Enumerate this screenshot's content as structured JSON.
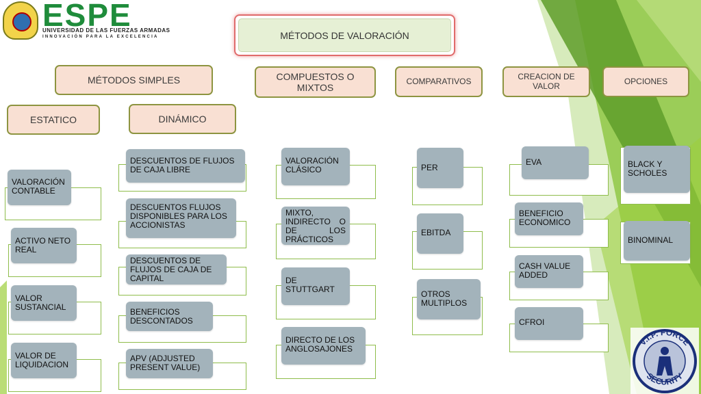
{
  "logo": {
    "brand": "ESPE",
    "line1": "UNIVERSIDAD DE LAS FUERZAS ARMADAS",
    "line2": "INNOVACIÓN PARA LA EXCELENCIA"
  },
  "title": "MÉTODOS DE VALORACIÓN",
  "categories": {
    "simples": "MÉTODOS SIMPLES",
    "compuestos": "COMPUESTOS O MIXTOS",
    "comparativos": "COMPARATIVOS",
    "creacion": "CREACION DE VALOR",
    "opciones": "OPCIONES",
    "estatico": "ESTATICO",
    "dinamico": "DINÁMICO"
  },
  "estatico_items": [
    "VALORACIÓN CONTABLE",
    "ACTIVO NETO REAL",
    "VALOR SUSTANCIAL",
    "VALOR DE LIQUIDACION"
  ],
  "dinamico_items": [
    "DESCUENTOS DE FLUJOS DE CAJA LIBRE",
    "DESCUENTOS FLUJOS DISPONIBLES PARA LOS ACCIONISTAS",
    "DESCUENTOS DE FLUJOS DE CAJA DE CAPITAL",
    "BENEFICIOS DESCONTADOS",
    "APV (ADJUSTED PRESENT VALUE)"
  ],
  "compuestos_items": [
    "VALORACIÓN CLÁSICO",
    "MIXTO, INDIRECTO O DE LOS PRÁCTICOS",
    "DE STUTTGART",
    "DIRECTO DE LOS ANGLOSAJONES"
  ],
  "comparativos_items": [
    "PER",
    "EBITDA",
    "OTROS MULTIPLOS"
  ],
  "creacion_items": [
    "EVA",
    "BENEFICIO ECONOMICO",
    "CASH VALUE ADDED",
    "CFROI"
  ],
  "opciones_items": [
    "BLACK Y SCHOLES",
    "BINOMINAL"
  ],
  "badge": {
    "top_text": "V.I.P. FORCE",
    "bottom_text": "SECURITY"
  },
  "colors": {
    "node": "#a3b3bb",
    "category_fill": "#f9e0d3",
    "category_border": "#8d9440",
    "title_fill": "#e6f0d5",
    "title_border": "#e06b6b",
    "green_dark": "#5f9e2a",
    "green_light": "#9ccf3c",
    "brand_green": "#1f8c3b"
  }
}
